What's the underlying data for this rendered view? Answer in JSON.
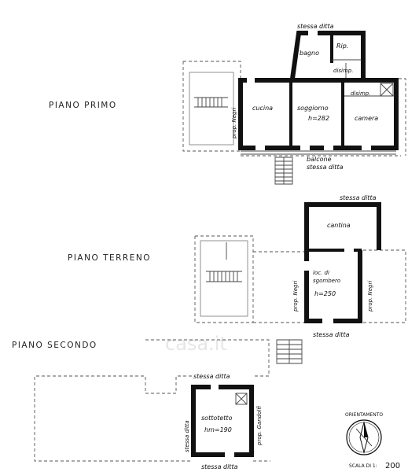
{
  "levels": {
    "piano_primo": "PIANO PRIMO",
    "piano_terreno": "PIANO TERRENO",
    "piano_secondo": "PIANO SECONDO"
  },
  "primo": {
    "stessa_ditta_top": "stessa ditta",
    "bagno": "bagno",
    "rip": "Rip.",
    "disimp_1": "disimp.",
    "disimp_2": "disimp.",
    "cucina": "cucina",
    "soggiorno": "soggiorno",
    "soggiorno_h": "h=282",
    "camera": "camera",
    "prop_negri": "prop. Negri",
    "balcone": "balcone",
    "stessa_ditta_bottom": "stessa ditta"
  },
  "terreno": {
    "stessa_ditta_top": "stessa ditta",
    "cantina": "cantina",
    "loc_di": "loc. di",
    "sgombero": "sgombero",
    "sgombero_h": "h=250",
    "prop_negri_left": "prop. Negri",
    "prop_negri_right": "prop. Negri",
    "stessa_ditta_bottom": "stessa ditta"
  },
  "secondo": {
    "stessa_ditta_top": "stessa ditta",
    "stessa_ditta_left": "stessa ditta",
    "sottotetto": "sottotetto",
    "sottotetto_h": "hm=190",
    "prop_gandolfi": "prop. Gandolfi",
    "stessa_ditta_bottom": "stessa ditta"
  },
  "orientamento": "ORIENTAMENTO",
  "scala_label": "SCALA DI 1:",
  "scala_value": "200",
  "watermark": "casa.it"
}
